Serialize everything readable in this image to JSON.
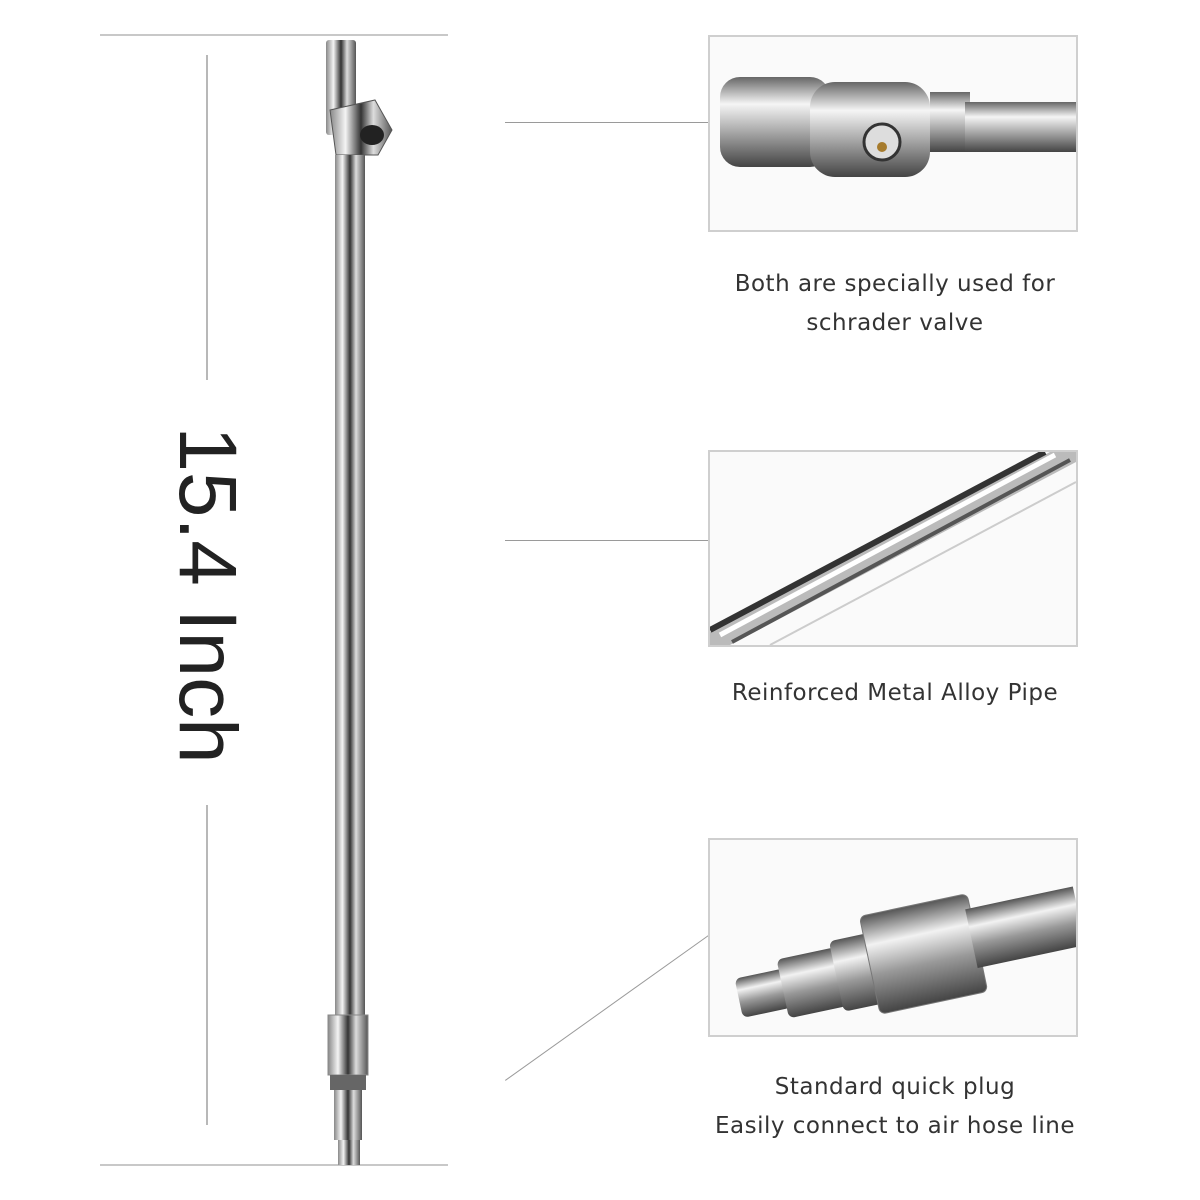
{
  "dimension": {
    "label": "15.4 Inch"
  },
  "features": [
    {
      "caption_lines": [
        "Both are specially used for",
        "schrader valve"
      ],
      "image": "dual-head-chuck"
    },
    {
      "caption_lines": [
        "Reinforced Metal Alloy Pipe"
      ],
      "image": "metal-pipe"
    },
    {
      "caption_lines": [
        "Standard quick plug",
        "Easily connect to air hose line"
      ],
      "image": "quick-plug"
    }
  ]
}
